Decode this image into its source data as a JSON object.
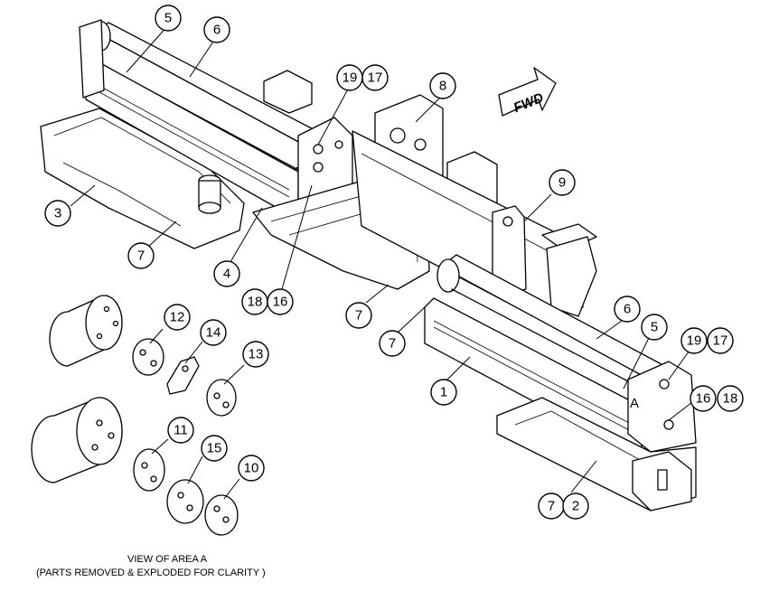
{
  "view_caption": "VIEW OF AREA A",
  "view_subcaption": "(PARTS REMOVED & EXPLODED FOR CLARITY )",
  "fwd_label": "FWD",
  "area_label": "A",
  "balloons": [
    {
      "id": "b5-top",
      "label": "5"
    },
    {
      "id": "b6-top",
      "label": "6"
    },
    {
      "id": "b19-top",
      "label": "19"
    },
    {
      "id": "b17-top",
      "label": "17"
    },
    {
      "id": "b8",
      "label": "8"
    },
    {
      "id": "b9",
      "label": "9"
    },
    {
      "id": "b3",
      "label": "3"
    },
    {
      "id": "b7-left",
      "label": "7"
    },
    {
      "id": "b4",
      "label": "4"
    },
    {
      "id": "b18-mid",
      "label": "18"
    },
    {
      "id": "b16-mid",
      "label": "16"
    },
    {
      "id": "b7-mid",
      "label": "7"
    },
    {
      "id": "b7-center",
      "label": "7"
    },
    {
      "id": "b6-right",
      "label": "6"
    },
    {
      "id": "b5-right",
      "label": "5"
    },
    {
      "id": "b19-right",
      "label": "19"
    },
    {
      "id": "b17-right",
      "label": "17"
    },
    {
      "id": "b1",
      "label": "1"
    },
    {
      "id": "b16-right",
      "label": "16"
    },
    {
      "id": "b18-right",
      "label": "18"
    },
    {
      "id": "b7-bottom",
      "label": "7"
    },
    {
      "id": "b2",
      "label": "2"
    },
    {
      "id": "b12",
      "label": "12"
    },
    {
      "id": "b14",
      "label": "14"
    },
    {
      "id": "b13",
      "label": "13"
    },
    {
      "id": "b11",
      "label": "11"
    },
    {
      "id": "b15",
      "label": "15"
    },
    {
      "id": "b10",
      "label": "10"
    }
  ]
}
